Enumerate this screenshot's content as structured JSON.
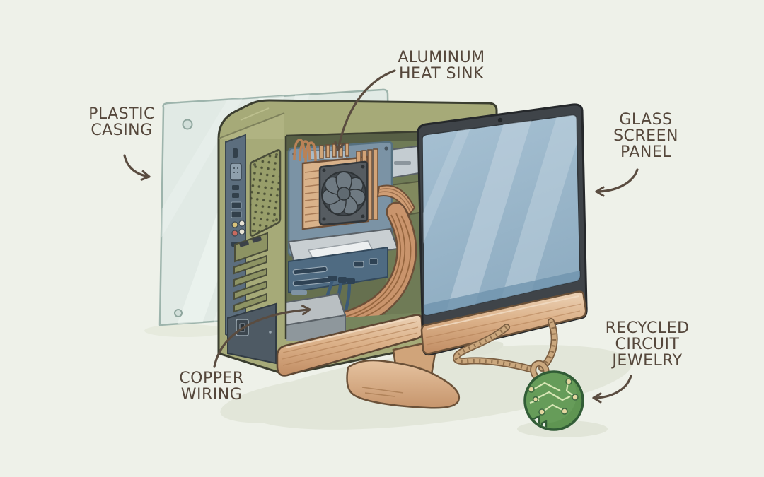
{
  "labels": {
    "plastic_casing": {
      "line1": "PLASTIC",
      "line2": "CASING"
    },
    "aluminum_heat_sink": {
      "line1": "ALUMINUM",
      "line2": "HEAT SINK"
    },
    "glass_screen_panel": {
      "line1": "GLASS",
      "line2": "SCREEN",
      "line3": "PANEL"
    },
    "copper_wiring": {
      "line1": "COPPER",
      "line2": "WIRING"
    },
    "recycled_circuit_jewelry": {
      "line1": "RECYCLED",
      "line2": "CIRCUIT",
      "line3": "JEWELRY"
    }
  },
  "palette": {
    "bg": "#eef1e9",
    "ink": "#55473b",
    "arrow": "#5a4c40",
    "case_olive": "#a6aa78",
    "copper": "#d3a97f",
    "screen_blue": "#9dbace",
    "bezel": "#3f4449",
    "pcb_green": "#5f9552",
    "plastic_panel": "#dfe9e5",
    "interior_blue": "#7b93a5"
  }
}
